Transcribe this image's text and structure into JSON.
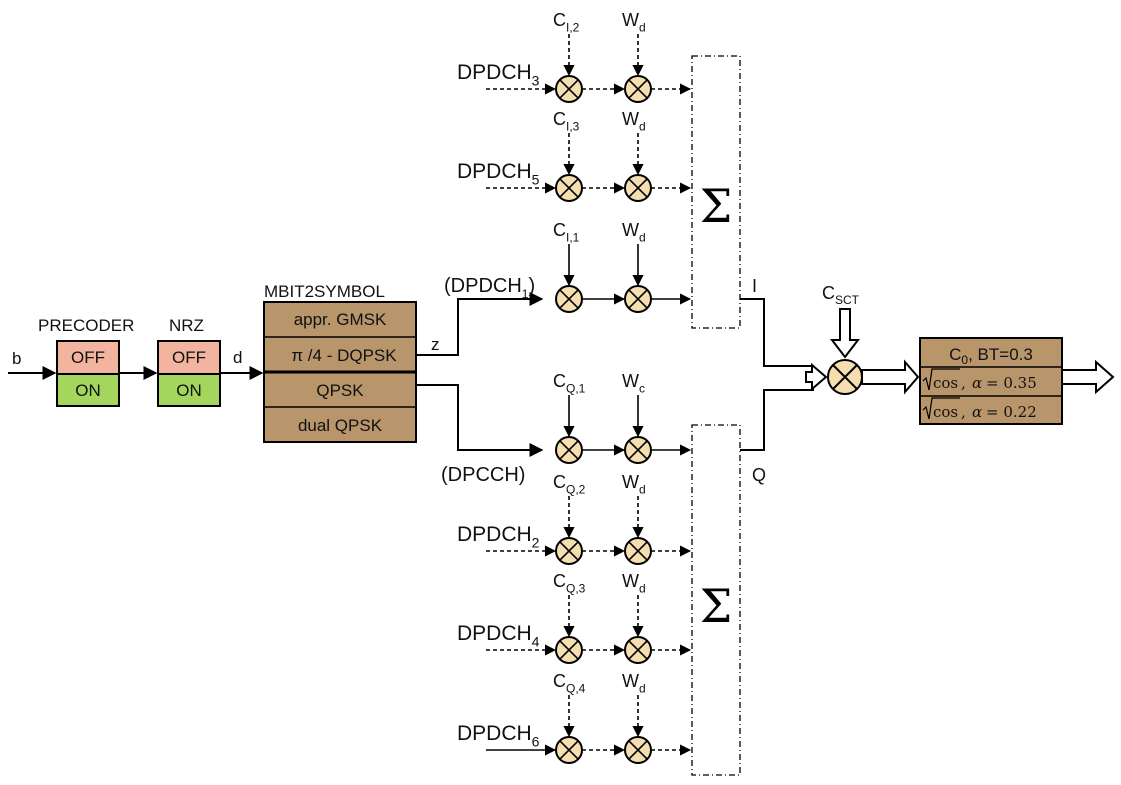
{
  "colors": {
    "off": "#f2b49e",
    "on": "#a4d65e",
    "brown": "#b8956a",
    "mixer": "#f5deb0",
    "line": "#000000"
  },
  "input_label": "b",
  "precoder": {
    "title": "PRECODER",
    "off": "OFF",
    "on": "ON"
  },
  "nrz": {
    "title": "NRZ",
    "off": "OFF",
    "on": "ON"
  },
  "d_label": "d",
  "mbit2symbol": {
    "title": "MBIT2SYMBOL",
    "options": [
      "appr. GMSK",
      "π /4 - DQPSK",
      "QPSK",
      "dual QPSK"
    ]
  },
  "z_label": "z",
  "dpdch1": {
    "main": "(DPDCH",
    "sub": "1",
    "close": ")"
  },
  "dpcch": "(DPCCH)",
  "i_label": "I",
  "q_label": "Q",
  "sum_symbol": "Σ",
  "rows": [
    {
      "channel_main": "DPDCH",
      "channel_sub": "3",
      "c_main": "C",
      "c_sub": "I,2",
      "w_main": "W",
      "w_sub": "d"
    },
    {
      "channel_main": "DPDCH",
      "channel_sub": "5",
      "c_main": "C",
      "c_sub": "I,3",
      "w_main": "W",
      "w_sub": "d"
    },
    {
      "channel_main": "",
      "channel_sub": "",
      "c_main": "C",
      "c_sub": "I,1",
      "w_main": "W",
      "w_sub": "d"
    },
    {
      "channel_main": "",
      "channel_sub": "",
      "c_main": "C",
      "c_sub": "Q,1",
      "w_main": "W",
      "w_sub": "c"
    },
    {
      "channel_main": "DPDCH",
      "channel_sub": "2",
      "c_main": "C",
      "c_sub": "Q,2",
      "w_main": "W",
      "w_sub": "d"
    },
    {
      "channel_main": "DPDCH",
      "channel_sub": "4",
      "c_main": "C",
      "c_sub": "Q,3",
      "w_main": "W",
      "w_sub": "d"
    },
    {
      "channel_main": "DPDCH",
      "channel_sub": "6",
      "c_main": "C",
      "c_sub": "Q,4",
      "w_main": "W",
      "w_sub": "d"
    }
  ],
  "csct": {
    "main": "C",
    "sub": "SCT"
  },
  "filter": {
    "row1_main": "C",
    "row1_sub": "0",
    "row1_rest": ", BT=0.3",
    "sqrt_text": "cos",
    "alpha_symbol": "α",
    "row2_value": "= 0.35",
    "row3_value": "= 0.22"
  }
}
